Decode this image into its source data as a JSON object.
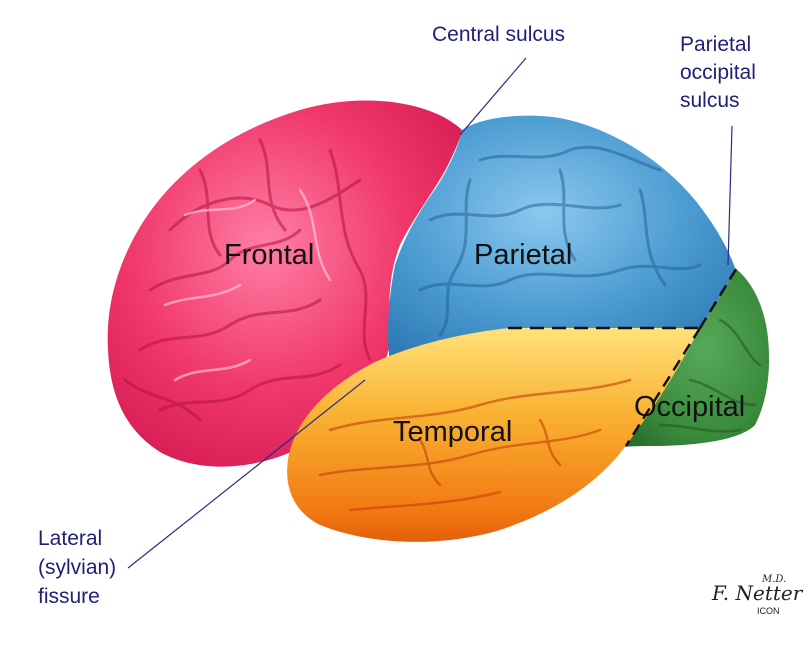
{
  "lobes": {
    "frontal": {
      "label": "Frontal",
      "color": "#f0386b"
    },
    "parietal": {
      "label": "Parietal",
      "color": "#4a9bd1"
    },
    "temporal": {
      "label": "Temporal",
      "color": "#f7a01c"
    },
    "occipital": {
      "label": "Occipital",
      "color": "#3a8a3c"
    }
  },
  "callouts": {
    "central_sulcus": [
      "Central sulcus"
    ],
    "parietal_occipital_sulcus": [
      "Parietal",
      "occipital",
      "sulcus"
    ],
    "lateral_fissure": [
      "Lateral",
      "(sylvian)",
      "fissure"
    ]
  },
  "colors": {
    "callout_text": "#1f1f7a",
    "leader_line": "#2a2a8a",
    "boundary_dash": "#111111"
  },
  "signature": {
    "name": "F. Netter",
    "degree": "M.D.",
    "mark": "ICON"
  }
}
